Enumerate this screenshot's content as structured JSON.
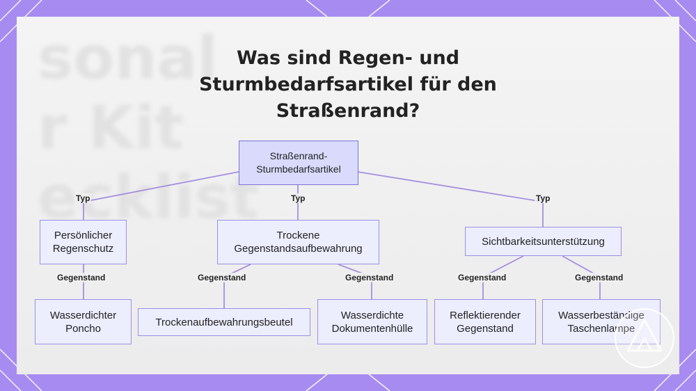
{
  "title": "Was sind Regen- und Sturmbedarfsartikel für den Straßenrand?",
  "background_text": "sonal\nr Kit\necklist",
  "colors": {
    "frame": "#a78bf0",
    "node_fill": "#ecedfd",
    "root_fill": "#d9dafc",
    "node_border": "#9b8fe6",
    "edge": "#a58fe0"
  },
  "nodes": {
    "root": "Straßenrand-Sturmbedarfsartikel",
    "personal": "Persönlicher Regenschutz",
    "dry": "Trockene Gegenstandsaufbewahrung",
    "visibility": "Sichtbarkeitsunterstützung",
    "poncho": "Wasserdichter Poncho",
    "drybag": "Trockenaufbewahrungsbeutel",
    "doccase": "Wasserdichte Dokumentenhülle",
    "reflective": "Reflektierender Gegenstand",
    "flashlight": "Wasserbeständige Taschenlampe"
  },
  "edge_labels": {
    "type": "Typ",
    "item": "Gegenstand"
  },
  "logo_icon": "triangle-logo-icon"
}
